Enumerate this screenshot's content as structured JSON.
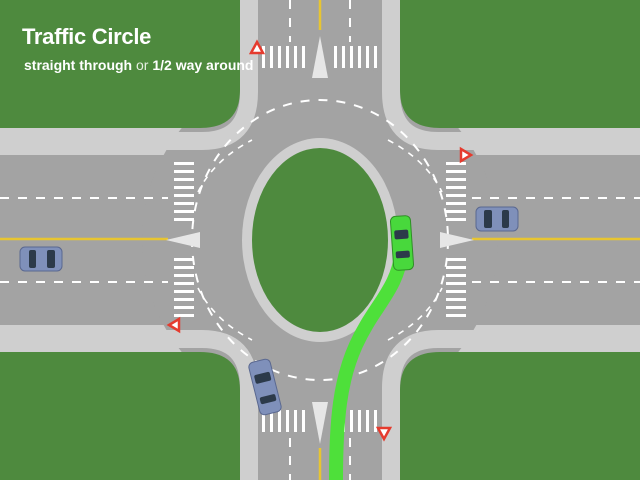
{
  "title": "Traffic Circle",
  "subtitle": {
    "part1": "straight through",
    "part2": " or ",
    "part3": "1/2 way around"
  },
  "colors": {
    "grass": "#4e8a3e",
    "road": "#a3a3a3",
    "curb": "#cfcfcf",
    "lane_line": "#ffffff",
    "center_line": "#e8c531",
    "path": "#4ee03a",
    "highlighted_car": "#48d83c",
    "car": "#7f90ba",
    "yield_sign": "#e53b2e"
  },
  "icons": [
    "yield-sign-icon",
    "car-icon"
  ]
}
